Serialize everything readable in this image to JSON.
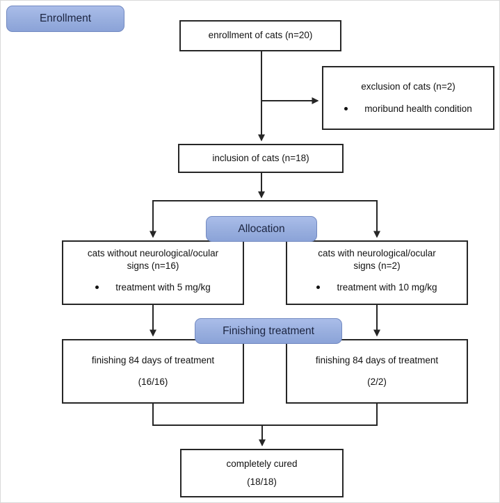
{
  "diagram": {
    "stage_labels": {
      "enrollment": "Enrollment",
      "allocation": "Allocation",
      "finishing": "Finishing treatment"
    },
    "nodes": {
      "enrollment": {
        "text": "enrollment of cats (n=20)"
      },
      "exclusion": {
        "text": "exclusion of cats (n=2)",
        "bullet": "moribund health condition"
      },
      "inclusion": {
        "text": "inclusion of cats (n=18)"
      },
      "allocation_left": {
        "line1": "cats without neurological/ocular",
        "line2": "signs (n=16)",
        "bullet": "treatment with 5 mg/kg"
      },
      "allocation_right": {
        "line1": "cats with neurological/ocular",
        "line2": "signs (n=2)",
        "bullet": "treatment with 10 mg/kg"
      },
      "finishing_left": {
        "line1": "finishing 84 days of treatment",
        "line2": "(16/16)"
      },
      "finishing_right": {
        "line1": "finishing 84 days of treatment",
        "line2": "(2/2)"
      },
      "cured": {
        "line1": "completely cured",
        "line2": "(18/18)"
      }
    },
    "colors": {
      "stage_fill_top": "#aabde9",
      "stage_fill_bottom": "#8ba3d8",
      "stage_border": "#7289c0",
      "stage_text": "#1b2440",
      "box_border": "#262626",
      "connector": "#262626"
    }
  }
}
